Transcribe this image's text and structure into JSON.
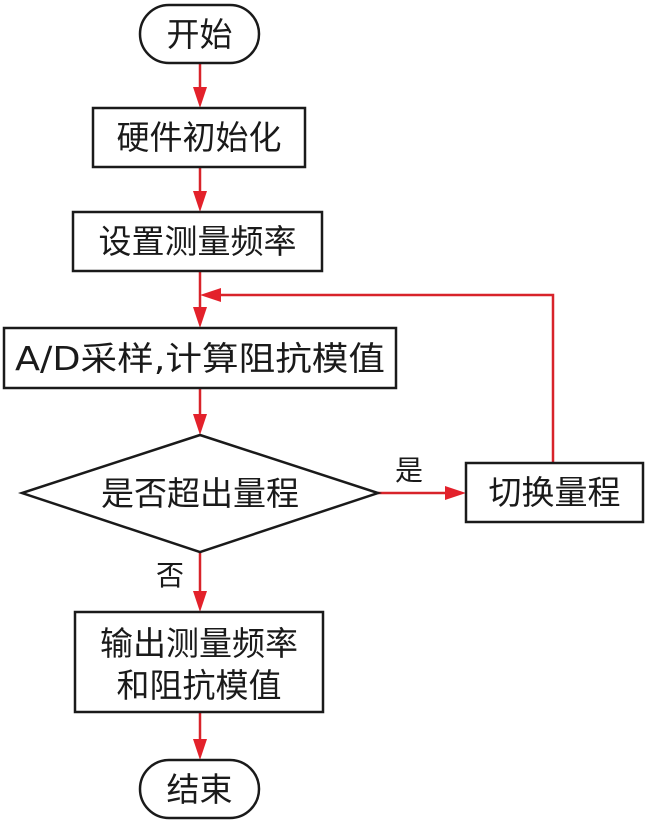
{
  "diagram": {
    "type": "flowchart",
    "colors": {
      "edge": "#d8232a",
      "border": "#1a1a1a",
      "background": "#ffffff"
    },
    "nodes": {
      "start": {
        "shape": "terminator",
        "label": "开始"
      },
      "hw_init": {
        "shape": "process",
        "label": "硬件初始化"
      },
      "set_freq": {
        "shape": "process",
        "label": "设置测量频率"
      },
      "ad_sample": {
        "shape": "process",
        "label": "A/D采样,计算阻抗模值"
      },
      "over_range": {
        "shape": "decision",
        "label": "是否超出量程"
      },
      "switch_range": {
        "shape": "process",
        "label": "切换量程"
      },
      "output": {
        "shape": "process",
        "label_lines": [
          "输出测量频率",
          "和阻抗模值"
        ]
      },
      "end": {
        "shape": "terminator",
        "label": "结束"
      }
    },
    "edges": [
      {
        "from": "start",
        "to": "hw_init",
        "label": ""
      },
      {
        "from": "hw_init",
        "to": "set_freq",
        "label": ""
      },
      {
        "from": "set_freq",
        "to": "ad_sample",
        "label": ""
      },
      {
        "from": "ad_sample",
        "to": "over_range",
        "label": ""
      },
      {
        "from": "over_range",
        "to": "switch_range",
        "label": "是"
      },
      {
        "from": "switch_range",
        "to": "ad_sample",
        "label": ""
      },
      {
        "from": "over_range",
        "to": "output",
        "label": "否"
      },
      {
        "from": "output",
        "to": "end",
        "label": ""
      }
    ],
    "edge_labels": {
      "yes": "是",
      "no": "否"
    }
  }
}
